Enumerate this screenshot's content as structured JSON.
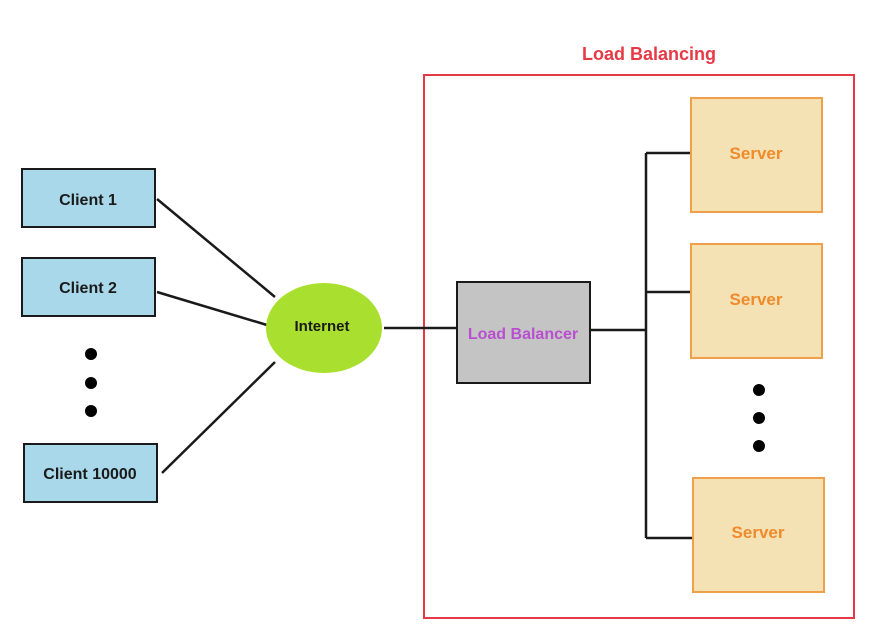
{
  "title": "Load Balancing",
  "clients": [
    {
      "label": "Client 1"
    },
    {
      "label": "Client 2"
    },
    {
      "label": "Client 10000"
    }
  ],
  "internet": {
    "label": "Internet"
  },
  "load_balancer": {
    "label": "Load Balancer"
  },
  "servers": [
    {
      "label": "Server"
    },
    {
      "label": "Server"
    },
    {
      "label": "Server"
    }
  ],
  "colors": {
    "client_fill": "#a8d8ea",
    "client_stroke": "#1a1a1a",
    "internet_fill": "#a9e02f",
    "lb_fill": "#c4c4c4",
    "lb_text": "#b94fd0",
    "server_fill": "#f4e1b4",
    "server_stroke": "#f0a04b",
    "server_text": "#f08a2a",
    "region_stroke": "#e63946",
    "title_text": "#e63946",
    "line": "#1a1a1a"
  }
}
